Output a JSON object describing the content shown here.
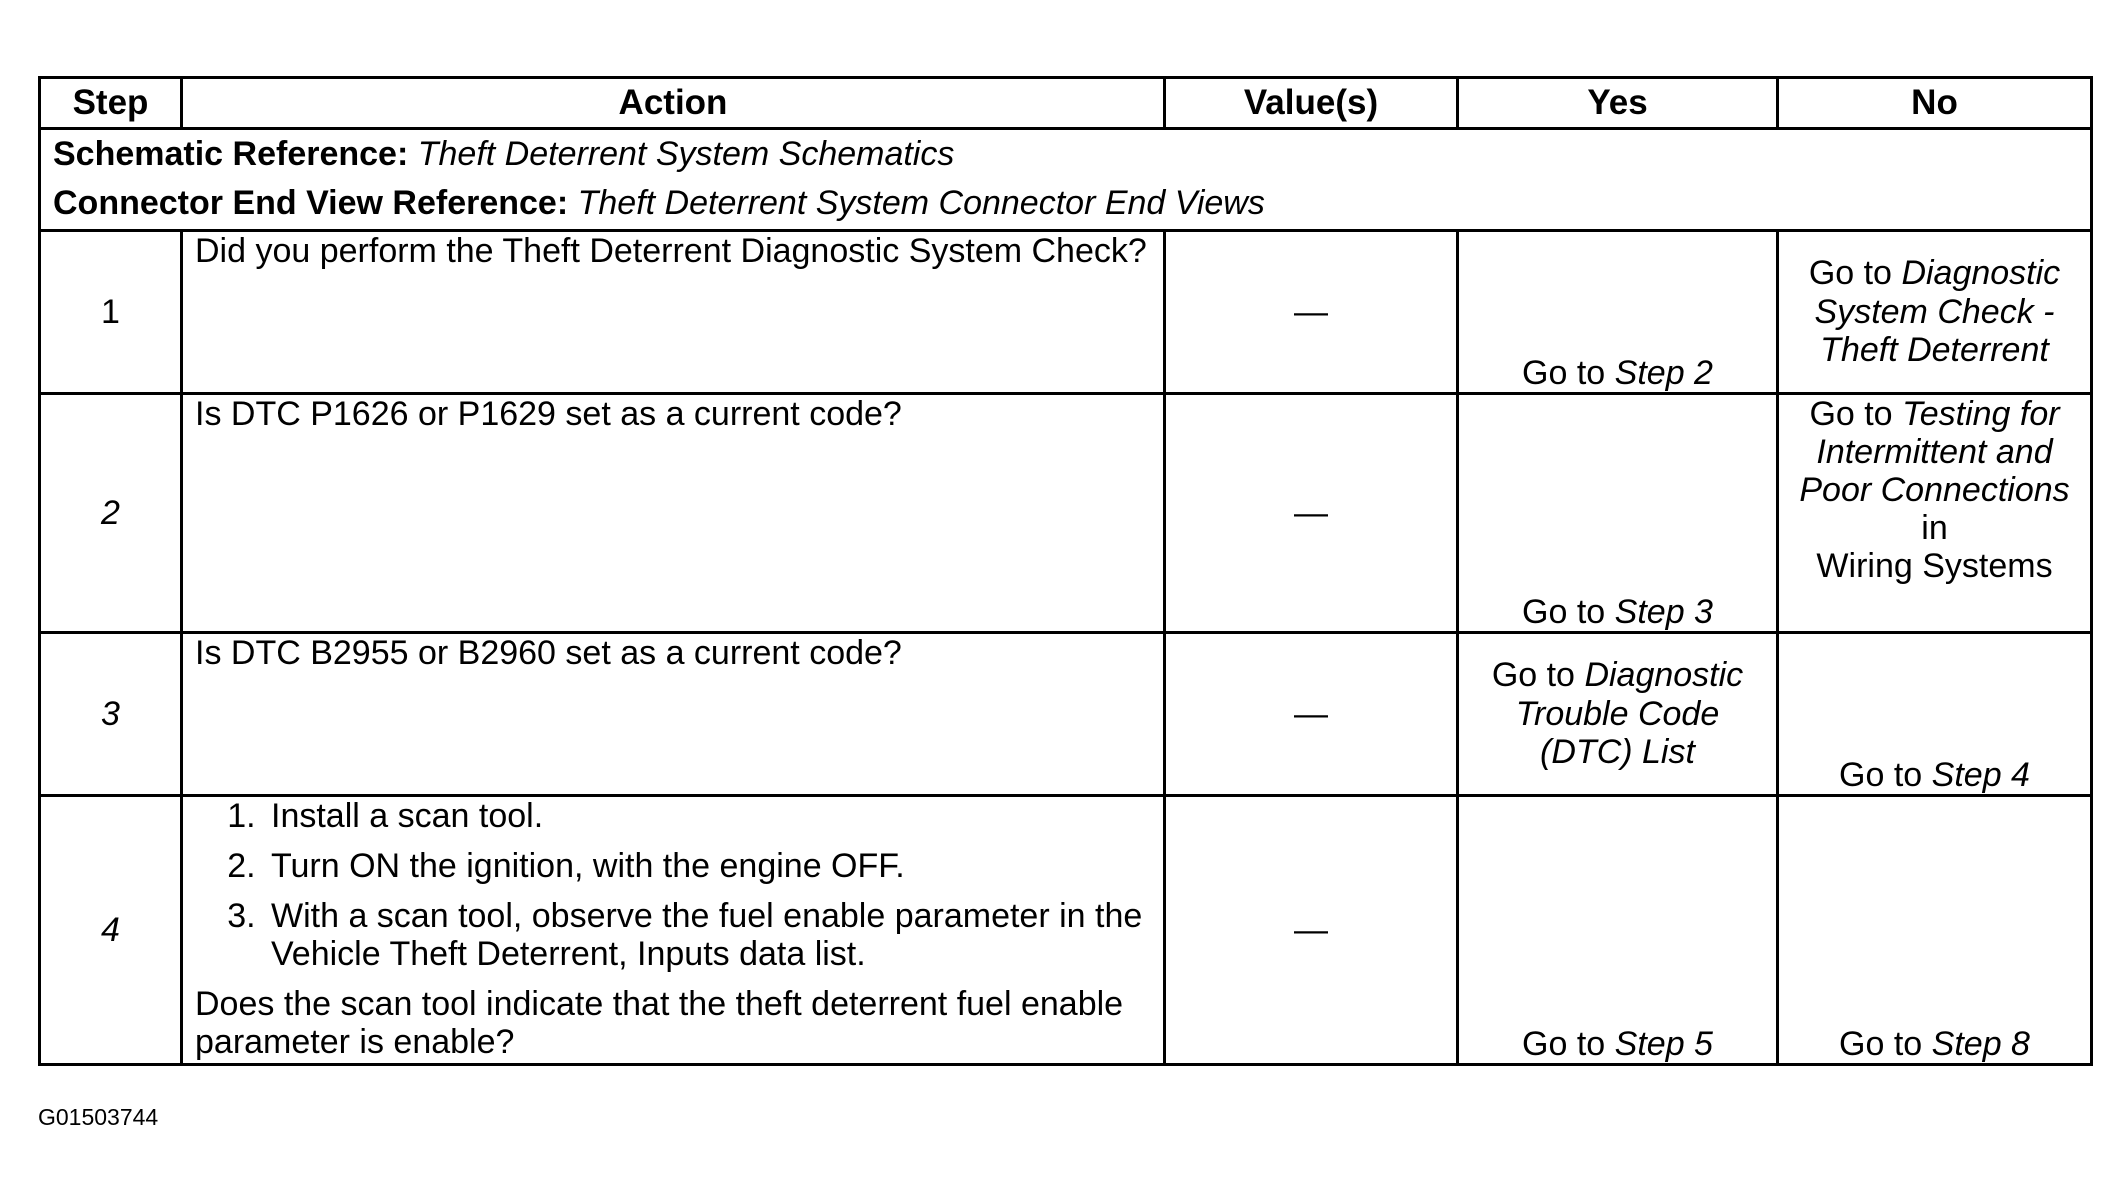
{
  "table": {
    "headers": {
      "step": "Step",
      "action": "Action",
      "values": "Value(s)",
      "yes": "Yes",
      "no": "No"
    },
    "references": {
      "schematic_label": "Schematic Reference:",
      "schematic_value": "Theft Deterrent System Schematics",
      "connector_label": "Connector End View Reference:",
      "connector_value": "Theft Deterrent System Connector End Views"
    },
    "rows": [
      {
        "step": "1",
        "action": "Did you perform the Theft Deterrent Diagnostic System Check?",
        "value": "—",
        "yes_prefix": "Go to",
        "yes_link": "Step 2",
        "no_prefix": "Go to",
        "no_link": "Diagnostic System Check - Theft Deterrent"
      },
      {
        "step": "2",
        "action": "Is DTC P1626 or P1629 set as a current code?",
        "value": "—",
        "yes_prefix": "Go to",
        "yes_link": "Step 3",
        "no_prefix": "Go to",
        "no_link": "Testing for Intermittent and Poor Connections",
        "no_mid": "in",
        "no_suffix": "Wiring Systems"
      },
      {
        "step": "3",
        "action": "Is DTC B2955 or B2960 set as a current code?",
        "value": "—",
        "yes_prefix": "Go to",
        "yes_link": "Diagnostic Trouble Code (DTC) List",
        "no_prefix": "Go to",
        "no_link": "Step 4"
      },
      {
        "step": "4",
        "action_steps": [
          "Install a scan tool.",
          "Turn ON the ignition, with the engine OFF.",
          "With a scan tool, observe the fuel enable parameter in the Vehicle Theft Deterrent, Inputs data list."
        ],
        "action_question": "Does the scan tool indicate that the theft deterrent fuel enable parameter is enable?",
        "value": "—",
        "yes_prefix": "Go to",
        "yes_link": "Step 5",
        "no_prefix": "Go to",
        "no_link": "Step 8"
      }
    ]
  },
  "figure_id": "G01503744"
}
